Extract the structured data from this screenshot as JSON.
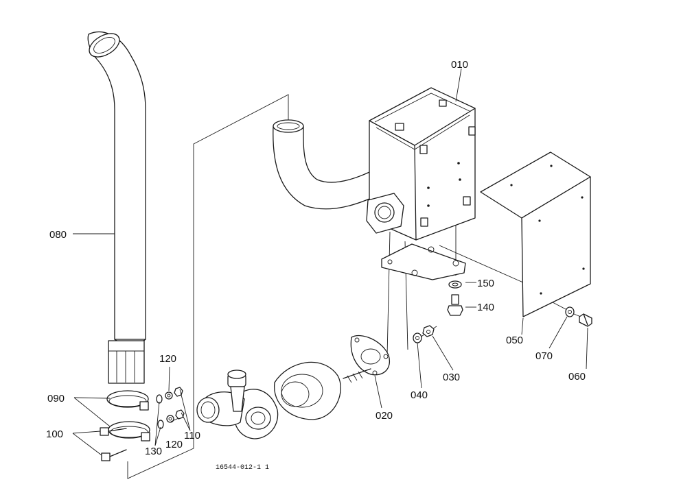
{
  "labels": {
    "p010": "010",
    "p020": "020",
    "p030": "030",
    "p040": "040",
    "p050": "050",
    "p060": "060",
    "p070": "070",
    "p080": "080",
    "p090": "090",
    "p100": "100",
    "p110": "110",
    "p120a": "120",
    "p120b": "120",
    "p130": "130",
    "p140": "140",
    "p150": "150"
  },
  "drawing_code": "16544-012-1 1"
}
